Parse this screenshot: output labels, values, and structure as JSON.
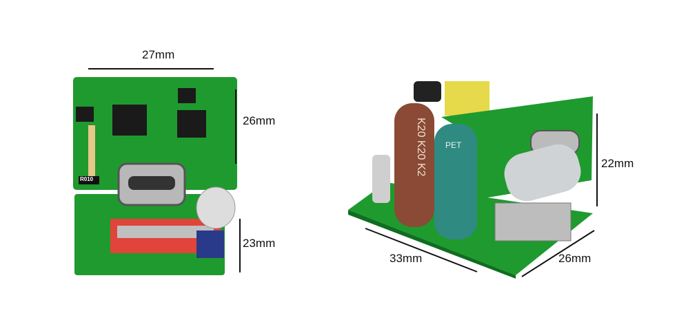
{
  "left_module": {
    "width_label": "27mm",
    "top_height_label": "26mm",
    "bottom_height_label": "23mm",
    "marking": "R010"
  },
  "right_module": {
    "length_label": "33mm",
    "depth_label": "26mm",
    "height_label": "22mm",
    "cap_marking": "K20 K20 K2",
    "pet_marking": "PET"
  },
  "colors": {
    "pcb": "#1f9a2e",
    "pcb_dark": "#0f6e1f",
    "brown_cap": "#8a4a35",
    "teal_cap": "#2f8a82",
    "usb_red": "#e0443a"
  }
}
